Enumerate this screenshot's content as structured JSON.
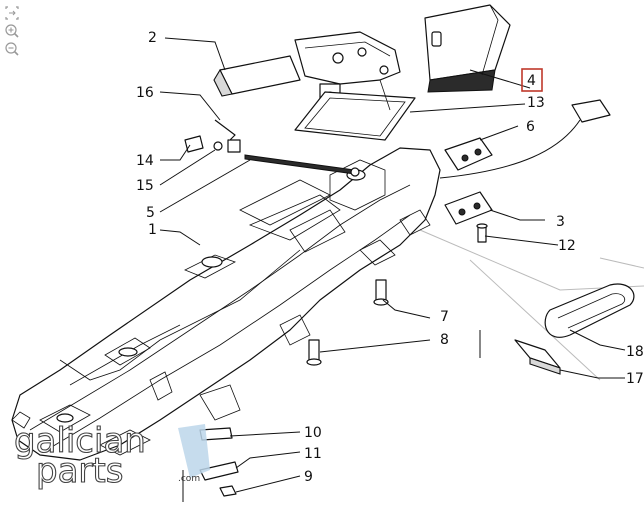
{
  "toolbar": {
    "icons": [
      "fit-to-screen-icon",
      "zoom-in-icon",
      "zoom-out-icon"
    ]
  },
  "callouts": {
    "c1": "1",
    "c2": "2",
    "c3": "3",
    "c4": "4",
    "c5": "5",
    "c6": "6",
    "c7": "7",
    "c8": "8",
    "c9": "9",
    "c10": "10",
    "c11": "11",
    "c12": "12",
    "c13": "13",
    "c14": "14",
    "c15": "15",
    "c16": "16",
    "c17": "17",
    "c18": "18"
  },
  "selected_callout": "4",
  "watermark": {
    "line1": "galician",
    "line2": "parts",
    "suffix": ".com"
  },
  "colors": {
    "highlight": "#c0392b",
    "watermark_accent": "#bcd6ea"
  }
}
